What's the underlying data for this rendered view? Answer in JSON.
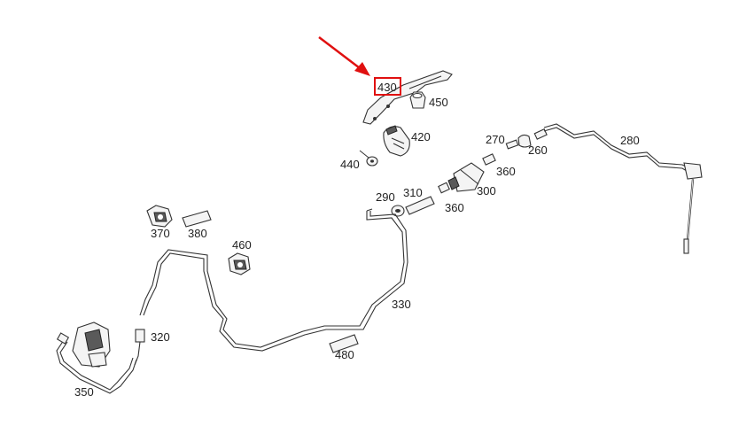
{
  "diagram": {
    "labels": {
      "p430": "430",
      "p450": "450",
      "p420": "420",
      "p440": "440",
      "p270": "270",
      "p260": "260",
      "p280": "280",
      "p360a": "360",
      "p300": "300",
      "p290": "290",
      "p310": "310",
      "p360b": "360",
      "p370": "370",
      "p380": "380",
      "p460": "460",
      "p330": "330",
      "p320": "320",
      "p480": "480",
      "p350": "350"
    },
    "highlight": {
      "part": "430",
      "color": "#e01010"
    }
  }
}
